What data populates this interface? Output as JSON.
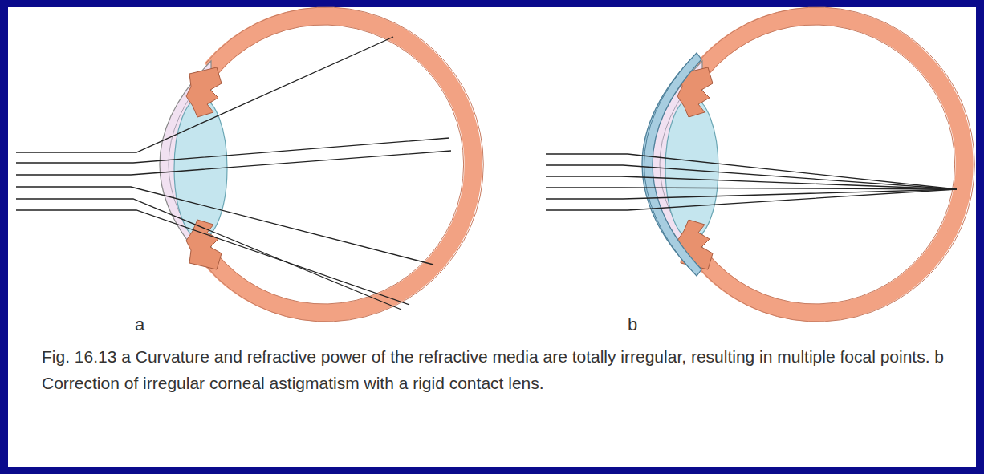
{
  "diagram": {
    "caption": "Fig. 16.13 a Curvature and refractive power of the refractive media are totally irregular, resulting in multiple focal points. b Correction of irregular corneal astigmatism with a rigid contact lens.",
    "labels": [
      "a",
      "b"
    ]
  }
}
